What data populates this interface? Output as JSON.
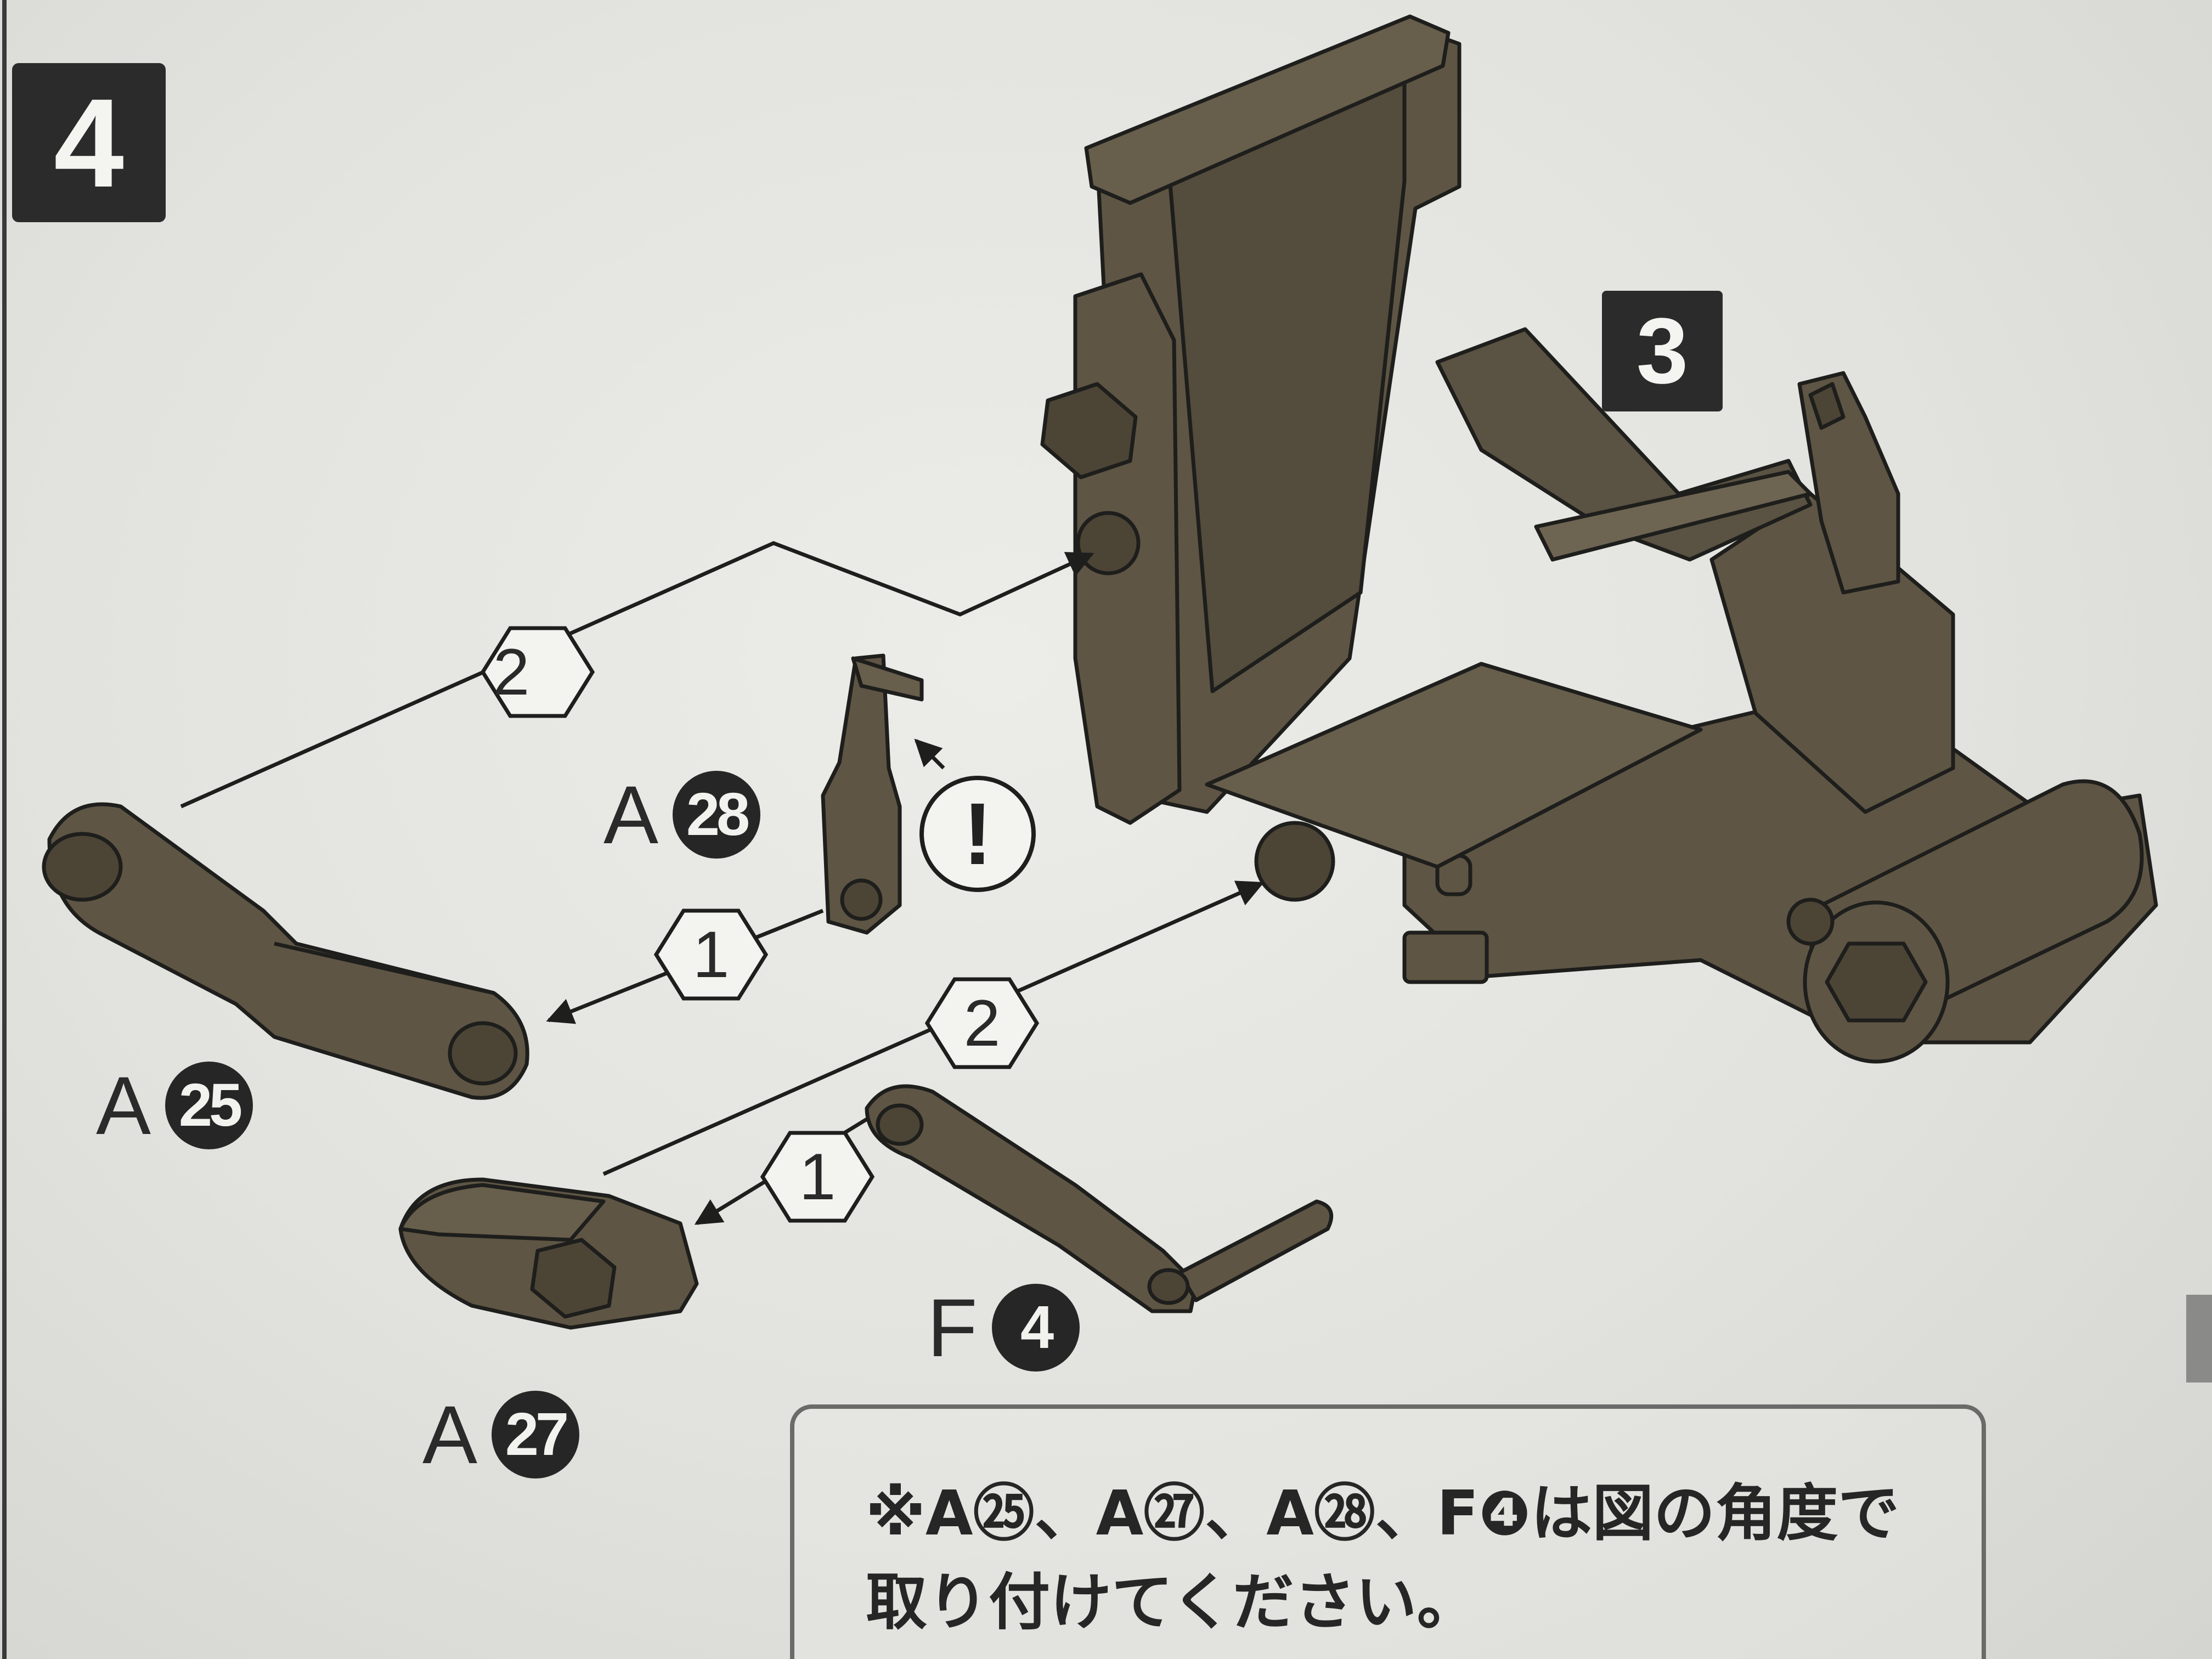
{
  "steps": {
    "main": "4",
    "reference": "3"
  },
  "parts": {
    "a28": {
      "letter": "A",
      "number": "28"
    },
    "a25": {
      "letter": "A",
      "number": "25"
    },
    "a27": {
      "letter": "A",
      "number": "27"
    },
    "f4": {
      "letter": "F",
      "number": "4"
    }
  },
  "order_marks": {
    "upper_second": "2",
    "upper_first": "1",
    "lower_second": "2",
    "lower_first": "1"
  },
  "caution_mark": "!",
  "note": {
    "line1": "※A㉕、A㉗、A㉘、F❹は図の角度で",
    "line2": "取り付けてください。"
  },
  "colors": {
    "part_fill": "#5e5544",
    "part_stroke": "#1e1e1c",
    "badge": "#2b2b2b",
    "paper": "#e6e6e2"
  }
}
